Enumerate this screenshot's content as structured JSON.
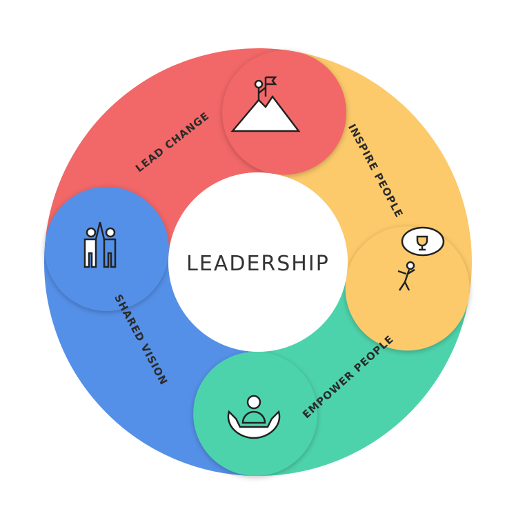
{
  "title": "LEADERSHIP",
  "colors": {
    "red": "#f26767",
    "yellow": "#fcca6a",
    "green": "#4dd3ab",
    "blue": "#5590e8"
  },
  "segments": [
    {
      "label": "SHARED VISION",
      "icon": "high-five-icon",
      "color": "#5590e8"
    },
    {
      "label": "LEAD CHANGE",
      "icon": "mountain-flag-icon",
      "color": "#f26767"
    },
    {
      "label": "INSPIRE PEOPLE",
      "icon": "dreaming-trophy-icon",
      "color": "#fcca6a"
    },
    {
      "label": "EMPOWER PEOPLE",
      "icon": "hands-person-icon",
      "color": "#4dd3ab"
    }
  ]
}
